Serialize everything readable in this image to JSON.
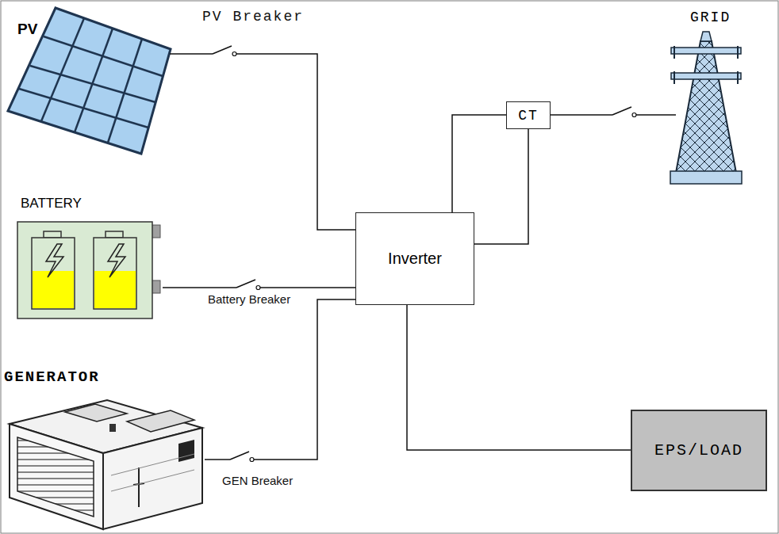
{
  "diagram": {
    "nodes": [
      {
        "text": [
          "PV"
        ]
      },
      {
        "text": [
          "GRID"
        ]
      },
      {
        "text": [
          "CT"
        ]
      },
      {
        "text": [
          "BATTERY"
        ]
      },
      {
        "text": [
          "Inverter"
        ]
      },
      {
        "text": [
          "GENERATOR"
        ]
      },
      {
        "text": [
          "EPS/LOAD"
        ]
      }
    ],
    "edges": [
      {
        "from": 0,
        "to": 4,
        "arrow": "none",
        "label": "PV Breaker"
      },
      {
        "from": 3,
        "to": 4,
        "arrow": "none",
        "label": "Battery Breaker"
      },
      {
        "from": 5,
        "to": 4,
        "arrow": "none",
        "label": "GEN Breaker"
      },
      {
        "from": 4,
        "to": 2,
        "arrow": "none"
      },
      {
        "from": 2,
        "to": 1,
        "arrow": "none"
      },
      {
        "from": 4,
        "to": 2,
        "arrow": "none"
      },
      {
        "from": 4,
        "to": 6,
        "arrow": "none"
      }
    ]
  }
}
